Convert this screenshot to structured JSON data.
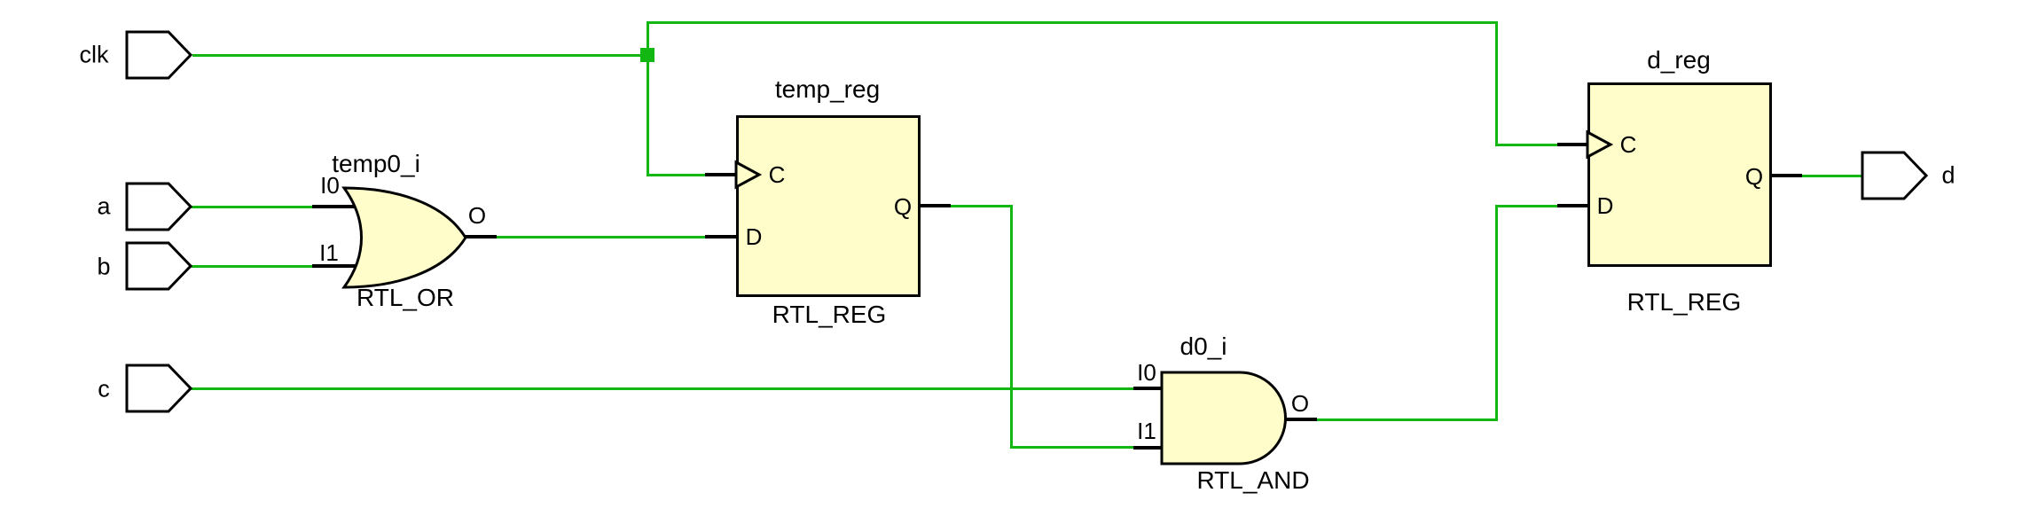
{
  "colors": {
    "net": "#12b712",
    "cell_fill": "#fffdc9",
    "outline": "#000000",
    "background": "#ffffff"
  },
  "ports": {
    "clk": "clk",
    "a": "a",
    "b": "b",
    "c": "c",
    "d": "d"
  },
  "cells": {
    "or_gate": {
      "instance": "temp0_i",
      "type": "RTL_OR",
      "pin_i0": "I0",
      "pin_i1": "I1",
      "pin_o": "O"
    },
    "and_gate": {
      "instance": "d0_i",
      "type": "RTL_AND",
      "pin_i0": "I0",
      "pin_i1": "I1",
      "pin_o": "O"
    },
    "temp_reg": {
      "instance": "temp_reg",
      "type": "RTL_REG",
      "pin_c": "C",
      "pin_d": "D",
      "pin_q": "Q"
    },
    "d_reg": {
      "instance": "d_reg",
      "type": "RTL_REG",
      "pin_c": "C",
      "pin_d": "D",
      "pin_q": "Q"
    }
  }
}
